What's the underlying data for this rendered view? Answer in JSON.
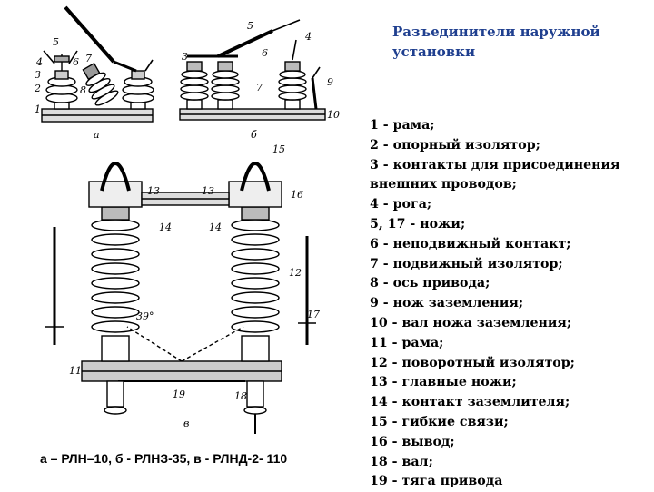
{
  "title": {
    "line1": "Разъединители наружной",
    "line2": "установки"
  },
  "legend": [
    "1 - рама;",
    "2 - опорный изолятор;",
    "3 - контакты для присоединения",
    "внешних проводов;",
    "4 - рога;",
    "5, 17 - ножи;",
    "6 - неподвижный контакт;",
    "7 - подвижный изолятор;",
    "8 - ось привода;",
    "9 - нож заземления;",
    "10 - вал ножа заземления;",
    "11 - рама;",
    "12 - поворотный изолятор;",
    "13  - главные ножи;",
    "14 - контакт заземлителя;",
    "15 - гибкие связи;",
    "16 - вывод;",
    "18 - вал;",
    "19 - тяга привода"
  ],
  "caption": "а – РЛН–10, б - РЛНЗ-35,  в - РЛНД-2- 110",
  "drawing": {
    "sub_a": "а",
    "sub_b": "б",
    "sub_v": "в",
    "labels_a": [
      "5",
      "4",
      "6",
      "7",
      "3",
      "2",
      "8",
      "1"
    ],
    "labels_b": [
      "5",
      "4",
      "3",
      "6",
      "7",
      "9",
      "10"
    ],
    "labels_v": [
      "15",
      "13",
      "13",
      "16",
      "14",
      "14",
      "12",
      "17",
      "39°",
      "11",
      "19",
      "18"
    ],
    "angle_text": "39°"
  },
  "colors": {
    "title": "#1f3f8f",
    "text": "#000000",
    "background": "#ffffff"
  }
}
